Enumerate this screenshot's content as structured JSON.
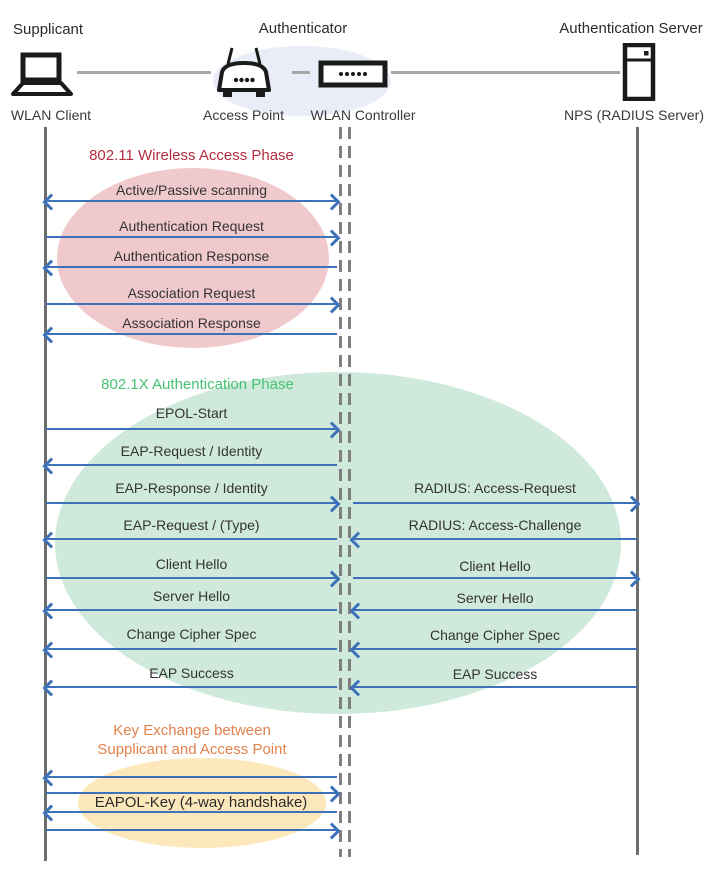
{
  "header": {
    "roles": [
      {
        "label": "Supplicant"
      },
      {
        "label": "Authenticator"
      },
      {
        "label": "Authentication Server"
      }
    ],
    "nodes": [
      {
        "label": "WLAN Client",
        "icon": "laptop-icon"
      },
      {
        "label": "Access Point",
        "icon": "access-point-icon"
      },
      {
        "label": "WLAN Controller",
        "icon": "wlan-controller-icon"
      },
      {
        "label": "NPS (RADIUS Server)",
        "icon": "server-icon"
      }
    ]
  },
  "phases": [
    {
      "title": "802.11 Wireless Access Phase",
      "title_color": "#b02e3f",
      "fill": "#f0c9cd"
    },
    {
      "title": "802.1X Authentication Phase",
      "title_color": "#47c173",
      "fill": "#cfe9db"
    },
    {
      "title_line1": "Key Exchange between",
      "title_line2": "Supplicant and Access Point",
      "title_color": "#e2824d",
      "fill": "#fce8bb"
    }
  ],
  "messages": [
    {
      "label": "Active/Passive scanning",
      "direction": "both",
      "segment": "client-controller"
    },
    {
      "label": "Authentication Request",
      "direction": "right",
      "segment": "client-controller"
    },
    {
      "label": "Authentication Response",
      "direction": "left",
      "segment": "client-controller"
    },
    {
      "label": "Association Request",
      "direction": "right",
      "segment": "client-controller"
    },
    {
      "label": "Association Response",
      "direction": "left",
      "segment": "client-controller"
    },
    {
      "label": "EPOL-Start",
      "direction": "right",
      "segment": "client-controller"
    },
    {
      "label": "EAP-Request / Identity",
      "direction": "left",
      "segment": "client-controller"
    },
    {
      "label": "EAP-Response / Identity",
      "direction": "right",
      "segment": "client-controller"
    },
    {
      "label": "EAP-Request / (Type)",
      "direction": "left",
      "segment": "client-controller"
    },
    {
      "label": "Client Hello",
      "direction": "right",
      "segment": "client-controller"
    },
    {
      "label": "Server Hello",
      "direction": "left",
      "segment": "client-controller"
    },
    {
      "label": "Change Cipher Spec",
      "direction": "left",
      "segment": "client-controller"
    },
    {
      "label": "EAP Success",
      "direction": "left",
      "segment": "client-controller"
    },
    {
      "label": "RADIUS: Access-Request",
      "direction": "right",
      "segment": "controller-server"
    },
    {
      "label": "RADIUS: Access-Challenge",
      "direction": "left",
      "segment": "controller-server"
    },
    {
      "label": "Client Hello",
      "direction": "right",
      "segment": "controller-server"
    },
    {
      "label": "Server Hello",
      "direction": "left",
      "segment": "controller-server"
    },
    {
      "label": "Change Cipher Spec",
      "direction": "left",
      "segment": "controller-server"
    },
    {
      "label": "EAP Success",
      "direction": "left",
      "segment": "controller-server"
    }
  ],
  "key_exchange": {
    "label": "EAPOL-Key (4-way handshake)",
    "arrows": [
      "left",
      "right",
      "left",
      "right"
    ]
  },
  "colors": {
    "arrow": "#3e72b8",
    "lifeline": "#6e6e6e",
    "dashed_lifeline": "#7f7f7f",
    "header_link": "#a6a6a6",
    "header_ellipse_fill": "#e9edf7",
    "message_text": "#333333"
  }
}
